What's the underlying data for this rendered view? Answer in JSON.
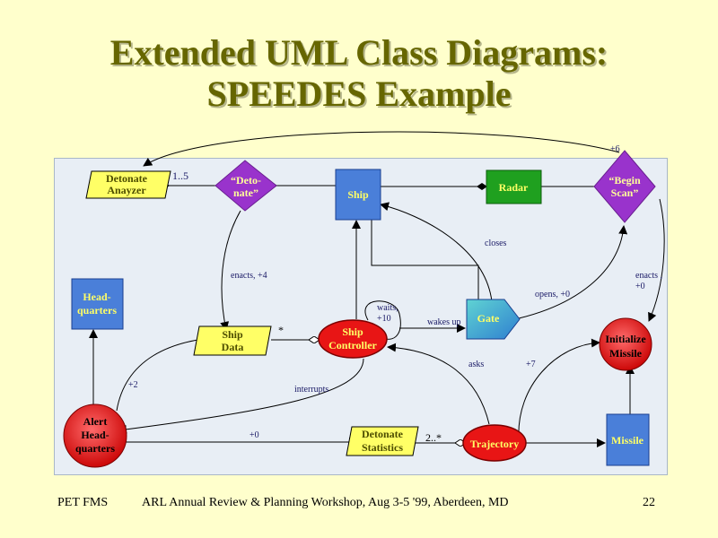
{
  "title": {
    "line1": "Extended UML Class Diagrams:",
    "line2": "SPEEDES Example"
  },
  "nodes": {
    "detonate_analyzer": [
      "Detonate",
      "Anayzer"
    ],
    "detonate_diamond": [
      "“Deto-",
      "nate”"
    ],
    "ship": [
      "Ship"
    ],
    "radar": [
      "Radar"
    ],
    "begin_scan": [
      "“Begin",
      "Scan”"
    ],
    "headquarters": [
      "Head-",
      "quarters"
    ],
    "ship_data": [
      "Ship",
      "Data"
    ],
    "ship_controller": [
      "Ship",
      "Controller"
    ],
    "gate": [
      "Gate"
    ],
    "initialize_missile": [
      "Initialize",
      "Missile"
    ],
    "alert_hq": [
      "Alert",
      "Head-",
      "quarters"
    ],
    "detonate_statistics": [
      "Detonate",
      "Statistics"
    ],
    "trajectory": [
      "Trajectory"
    ],
    "missile": [
      "Missile"
    ]
  },
  "edge_labels": {
    "plus6": "+6",
    "one_to_five": "1..5",
    "closes": "closes",
    "enacts4": "enacts, +4",
    "enacts0": [
      "enacts ,",
      "+0"
    ],
    "opens": "opens, +0",
    "waits": [
      "waits,",
      "+10"
    ],
    "wakes_up": "wakes up",
    "star": "*",
    "asks": "asks",
    "plus7": "+7",
    "plus2": "+2",
    "interrupts": "interrupts",
    "plus0": "+0",
    "two_star": "2..*"
  },
  "colors": {
    "background": "#ffffcc",
    "title": "#666600",
    "parallelogram": "#ffff66",
    "diamond": "#9933cc",
    "blue_box": "#4a7fd9",
    "green_box": "#1fa01f",
    "red_circle": "#e81515",
    "label_text": "#1a1a66"
  },
  "footer": {
    "left": "PET FMS",
    "center": "ARL Annual Review & Planning Workshop, Aug 3-5 '99,  Aberdeen, MD",
    "page": "22"
  }
}
